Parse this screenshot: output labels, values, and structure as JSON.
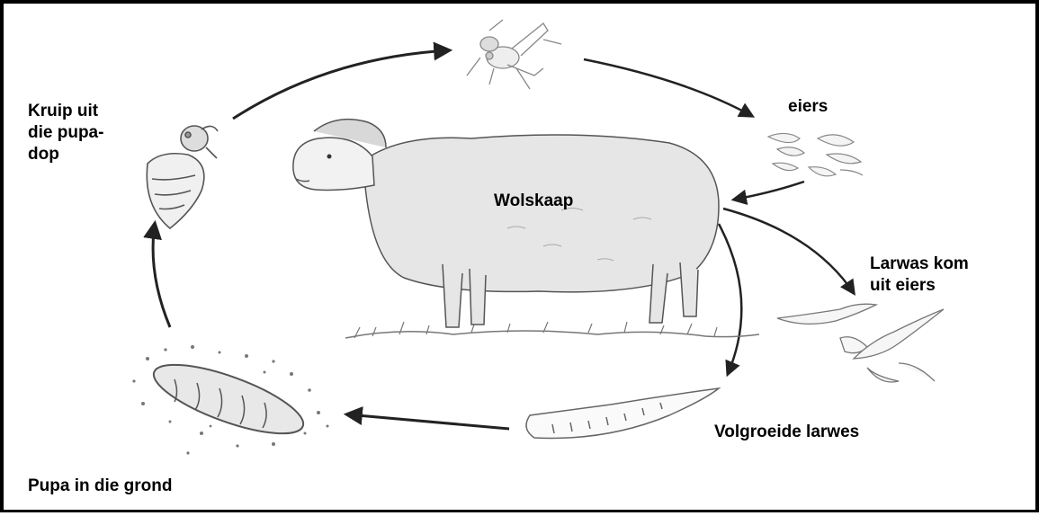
{
  "labels": {
    "center": "Wolskaap",
    "eggs": "eiers",
    "larvae_hatch": [
      "Larwas kom",
      "uit eiers"
    ],
    "full_grown_larvae": "Volgroeide larwes",
    "pupa_ground": "Pupa in die grond",
    "emerge": [
      "Kruip uit",
      "die pupa-",
      "dop"
    ]
  },
  "colors": {
    "line": "#222222",
    "text": "#000000",
    "wool": "#e6e6e6",
    "border": "#000000"
  },
  "icons": {
    "fly": "adult-fly-icon",
    "eggs": "eggs-icon",
    "larvae": "hatching-larvae-icon",
    "full_larva": "full-grown-larva-icon",
    "pupa": "pupa-icon",
    "emerging": "emerging-fly-icon",
    "sheep": "sheep-icon"
  }
}
